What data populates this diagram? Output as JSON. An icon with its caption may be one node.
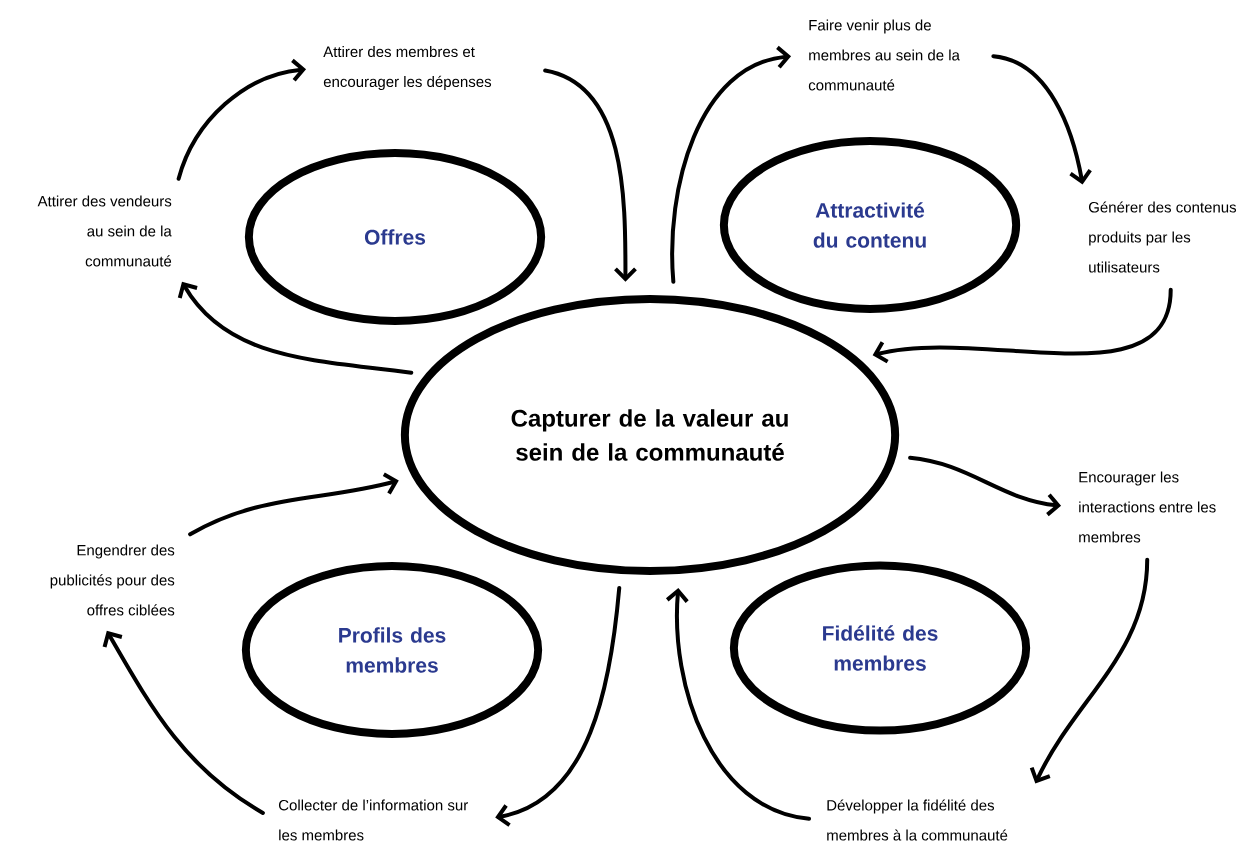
{
  "diagram": {
    "nodes": [
      {
        "text": [
          "Capturer de la valeur au sein de la communauté"
        ]
      },
      {
        "text": [
          "Offres"
        ]
      },
      {
        "text": [
          "Attractivité du contenu"
        ]
      },
      {
        "text": [
          "Profils des membres"
        ]
      },
      {
        "text": [
          "Fidélité des membres"
        ]
      },
      {
        "text": [
          "Attirer des membres et encourager les dépenses"
        ]
      },
      {
        "text": [
          "Faire venir plus de membres au sein de la communauté"
        ]
      },
      {
        "text": [
          "Attirer des vendeurs au sein de la communauté"
        ]
      },
      {
        "text": [
          "Générer des contenus produits par les utilisateurs"
        ]
      },
      {
        "text": [
          "Encourager les interactions entre les membres"
        ]
      },
      {
        "text": [
          "Engendrer des publicités pour des offres ciblées"
        ]
      },
      {
        "text": [
          "Collecter de l’information sur les membres"
        ]
      },
      {
        "text": [
          "Développer la fidélité des membres à la communauté"
        ]
      }
    ],
    "edges": [
      {
        "from": 0,
        "to": 7,
        "arrow": "to"
      },
      {
        "from": 7,
        "to": 5,
        "arrow": "to"
      },
      {
        "from": 5,
        "to": 0,
        "arrow": "to"
      },
      {
        "from": 0,
        "to": 6,
        "arrow": "to"
      },
      {
        "from": 6,
        "to": 8,
        "arrow": "to"
      },
      {
        "from": 8,
        "to": 0,
        "arrow": "to"
      },
      {
        "from": 0,
        "to": 9,
        "arrow": "to"
      },
      {
        "from": 9,
        "to": 12,
        "arrow": "to"
      },
      {
        "from": 12,
        "to": 0,
        "arrow": "to"
      },
      {
        "from": 0,
        "to": 11,
        "arrow": "to"
      },
      {
        "from": 11,
        "to": 10,
        "arrow": "to"
      },
      {
        "from": 10,
        "to": 0,
        "arrow": "to"
      }
    ]
  }
}
